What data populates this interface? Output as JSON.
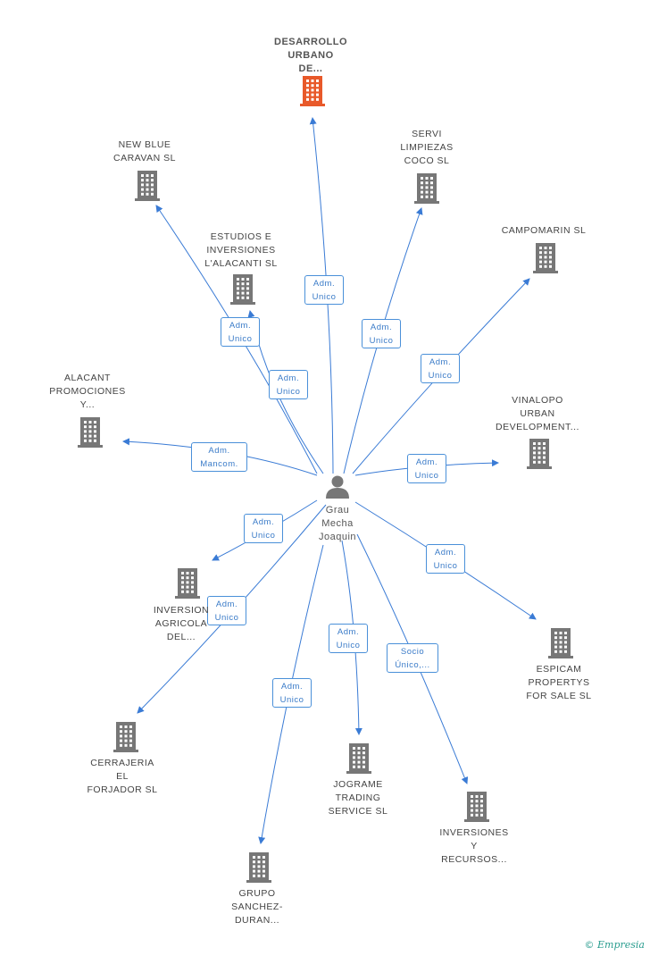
{
  "colors": {
    "edge": "#3a7bd5",
    "building": "#777777",
    "building_main": "#e8592a",
    "person": "#777777"
  },
  "person": {
    "name": "Grau\nMecha\nJoaquin"
  },
  "companies": [
    {
      "id": "desarrollo",
      "label": "DESARROLLO\nURBANO\nDE...",
      "main": true
    },
    {
      "id": "newblue",
      "label": "NEW BLUE\nCARAVAN SL"
    },
    {
      "id": "servi",
      "label": "SERVI\nLIMPIEZAS\nCOCO SL"
    },
    {
      "id": "estudios",
      "label": "ESTUDIOS E\nINVERSIONES\nL'ALACANTI SL"
    },
    {
      "id": "campomarin",
      "label": "CAMPOMARIN SL"
    },
    {
      "id": "alacant",
      "label": "ALACANT\nPROMOCIONES\nY..."
    },
    {
      "id": "vinalopo",
      "label": "VINALOPO\nURBAN\nDEVELOPMENT..."
    },
    {
      "id": "inversiones_agricola",
      "label": "INVERSION\nAGRICOLA\nDEL..."
    },
    {
      "id": "espicam",
      "label": "ESPICAM\nPROPERTYS\nFOR SALE SL"
    },
    {
      "id": "cerrajeria",
      "label": "CERRAJERIA\nEL\nFORJADOR SL"
    },
    {
      "id": "jograme",
      "label": "JOGRAME\nTRADING\nSERVICE SL"
    },
    {
      "id": "inversiones_recursos",
      "label": "INVERSIONES\nY\nRECURSOS..."
    },
    {
      "id": "grupo",
      "label": "GRUPO\nSANCHEZ-\nDURAN..."
    }
  ],
  "relations": [
    {
      "to": "desarrollo",
      "label": "Adm.\nUnico"
    },
    {
      "to": "newblue",
      "label": "Adm.\nUnico"
    },
    {
      "to": "estudios",
      "label": "Adm.\nUnico"
    },
    {
      "to": "servi",
      "label": "Adm.\nUnico"
    },
    {
      "to": "campomarin",
      "label": "Adm.\nUnico"
    },
    {
      "to": "alacant",
      "label": "Adm.\nMancom."
    },
    {
      "to": "vinalopo",
      "label": "Adm.\nUnico"
    },
    {
      "to": "inversiones_agricola",
      "label": "Adm.\nUnico"
    },
    {
      "to": "cerrajeria",
      "label": "Adm.\nUnico"
    },
    {
      "to": "espicam",
      "label": "Adm.\nUnico"
    },
    {
      "to": "jograme",
      "label": "Adm.\nUnico"
    },
    {
      "to": "inversiones_recursos",
      "label": "Socio\nÚnico,..."
    },
    {
      "to": "grupo",
      "label": "Adm.\nUnico"
    }
  ],
  "footer": {
    "copyright": "©",
    "brand": "Empresia"
  }
}
